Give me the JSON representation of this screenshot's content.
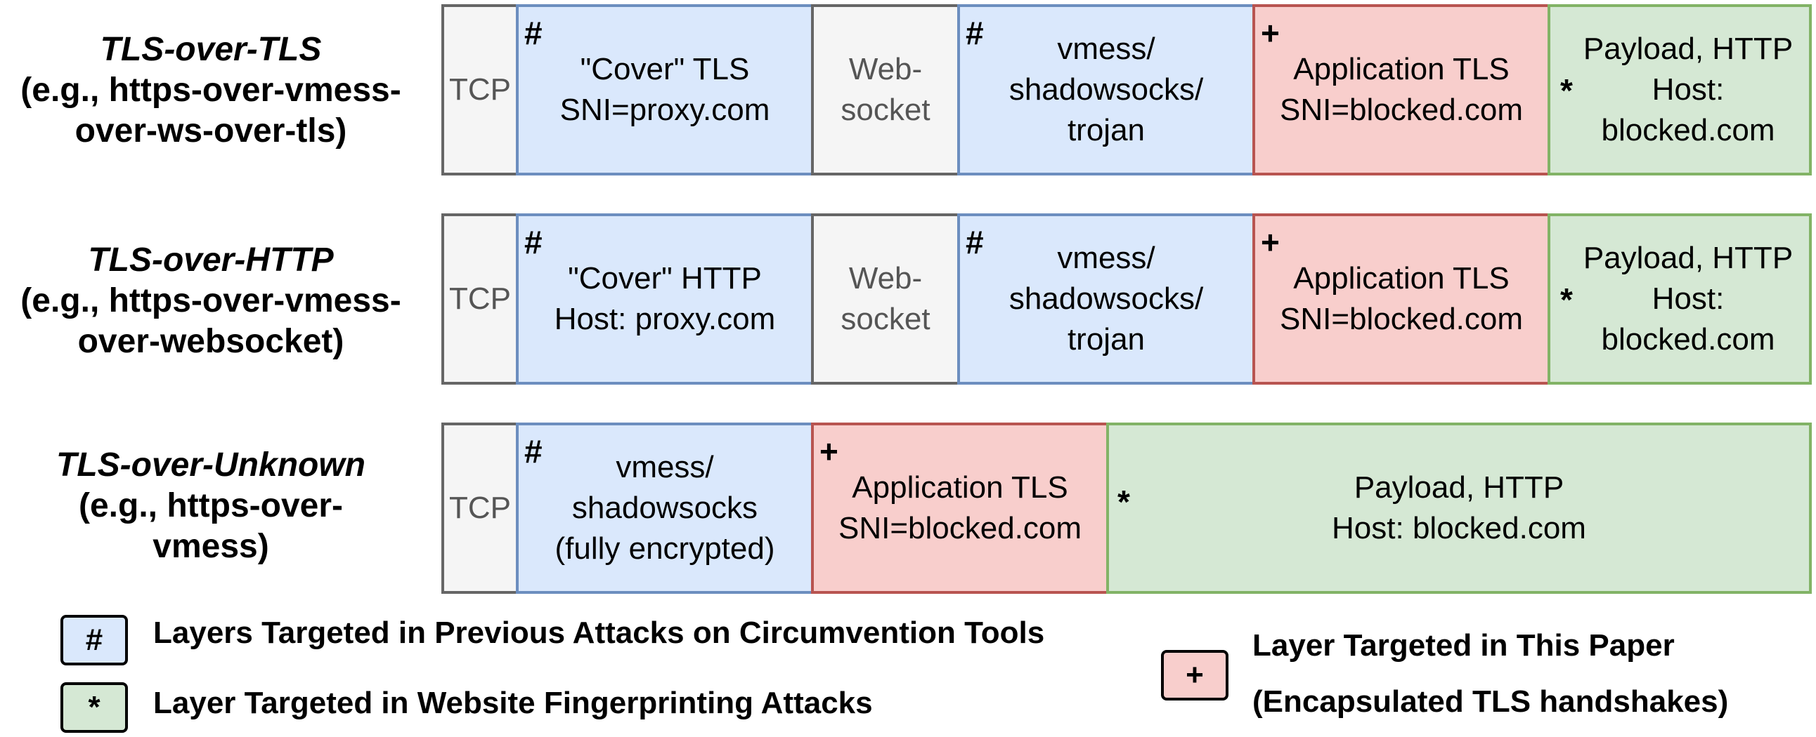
{
  "rows": [
    {
      "title": "TLS-over-TLS",
      "subtitle": "(e.g., https-over-vmess-\nover-ws-over-tls)",
      "cells": [
        {
          "text": "TCP",
          "mark": ""
        },
        {
          "text": "\"Cover\" TLS\nSNI=proxy.com",
          "mark": "#"
        },
        {
          "text": "Web-\nsocket",
          "mark": ""
        },
        {
          "text": "vmess/\nshadowsocks/\ntrojan",
          "mark": "#"
        },
        {
          "text": "Application TLS\nSNI=blocked.com",
          "mark": "+"
        },
        {
          "text": "Payload, HTTP\nHost:\nblocked.com",
          "mark": "*"
        }
      ]
    },
    {
      "title": "TLS-over-HTTP",
      "subtitle": "(e.g., https-over-vmess-\nover-websocket)",
      "cells": [
        {
          "text": "TCP",
          "mark": ""
        },
        {
          "text": "\"Cover\" HTTP\nHost: proxy.com",
          "mark": "#"
        },
        {
          "text": "Web-\nsocket",
          "mark": ""
        },
        {
          "text": "vmess/\nshadowsocks/\ntrojan",
          "mark": "#"
        },
        {
          "text": "Application TLS\nSNI=blocked.com",
          "mark": "+"
        },
        {
          "text": "Payload, HTTP\nHost:\nblocked.com",
          "mark": "*"
        }
      ]
    },
    {
      "title": "TLS-over-Unknown",
      "subtitle": "(e.g., https-over-\nvmess)",
      "cells": [
        {
          "text": "TCP",
          "mark": ""
        },
        {
          "text": "vmess/\nshadowsocks\n(fully encrypted)",
          "mark": "#"
        },
        {
          "text": "Application TLS\nSNI=blocked.com",
          "mark": "+"
        },
        {
          "text": "Payload, HTTP\nHost: blocked.com",
          "mark": "*"
        }
      ]
    }
  ],
  "legend": {
    "previous": {
      "symbol": "#",
      "text": "Layers Targeted in Previous Attacks on Circumvention Tools"
    },
    "fingerprinting": {
      "symbol": "*",
      "text": "Layer Targeted in Website Fingerprinting Attacks"
    },
    "this_paper": {
      "symbol": "+",
      "text": "Layer Targeted in This Paper\n(Encapsulated TLS handshakes)"
    }
  }
}
